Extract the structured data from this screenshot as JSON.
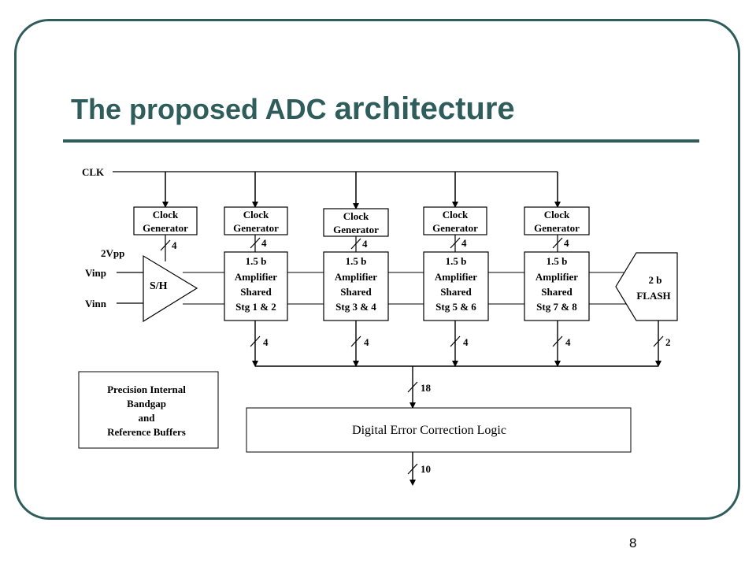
{
  "slide": {
    "title_part1": "The proposed ADC ",
    "title_part2": "architecture",
    "page_number": "8"
  },
  "diagram": {
    "clk_label": "CLK",
    "vpp_label": "2Vpp",
    "vinp_label": "Vinp",
    "vinn_label": "Vinn",
    "sh_label": "S/H",
    "clock_generators": [
      {
        "line1": "Clock",
        "line2": "Generator"
      },
      {
        "line1": "Clock",
        "line2": "Generator"
      },
      {
        "line1": "Clock",
        "line2": "Generator"
      },
      {
        "line1": "Clock",
        "line2": "Generator"
      },
      {
        "line1": "Clock",
        "line2": "Generator"
      }
    ],
    "bus_width_clock": "4",
    "stages": [
      {
        "l1": "1.5 b",
        "l2": "Amplifier",
        "l3": "Shared",
        "l4": "Stg 1 & 2"
      },
      {
        "l1": "1.5 b",
        "l2": "Amplifier",
        "l3": "Shared",
        "l4": "Stg 3 & 4"
      },
      {
        "l1": "1.5 b",
        "l2": "Amplifier",
        "l3": "Shared",
        "l4": "Stg 5 & 6"
      },
      {
        "l1": "1.5 b",
        "l2": "Amplifier",
        "l3": "Shared",
        "l4": "Stg 7 & 8"
      }
    ],
    "stage_output_width": "4",
    "flash_l1": "2 b",
    "flash_l2": "FLASH",
    "flash_output_width": "2",
    "bus_18": "18",
    "bus_10": "10",
    "dec_label": "Digital Error Correction Logic",
    "bandgap_l1": "Precision Internal",
    "bandgap_l2": "Bandgap",
    "bandgap_l3": "and",
    "bandgap_l4": "Reference Buffers"
  },
  "colors": {
    "accent": "#2f5d5c"
  }
}
